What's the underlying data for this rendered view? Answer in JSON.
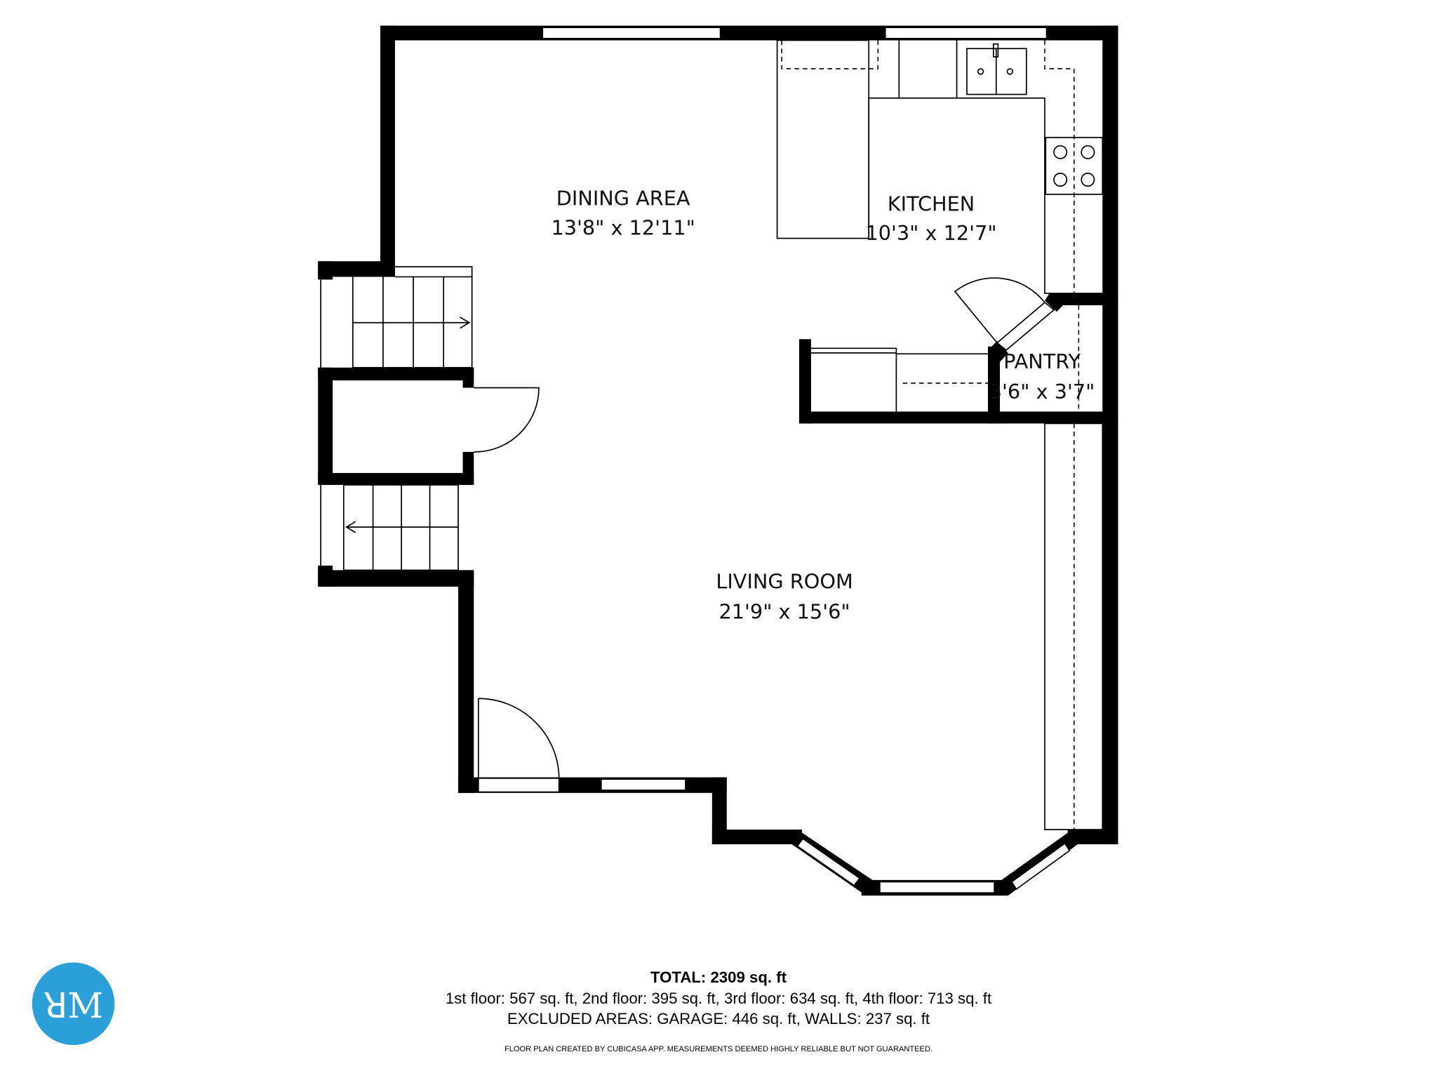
{
  "rooms": [
    {
      "name": "DINING AREA",
      "size": "13'8\" x 12'11\""
    },
    {
      "name": "KITCHEN",
      "size": "10'3\" x 12'7\""
    },
    {
      "name": "PANTRY",
      "size": "3'6\" x 3'7\""
    },
    {
      "name": "LIVING ROOM",
      "size": "21'9\" x 15'6\""
    }
  ],
  "summary": {
    "total": "TOTAL: 2309 sq. ft",
    "floors": "1st floor: 567 sq. ft, 2nd floor: 395 sq. ft, 3rd floor: 634 sq. ft, 4th floor: 713 sq. ft",
    "excluded": "EXCLUDED AREAS: GARAGE: 446 sq. ft, WALLS: 237 sq. ft",
    "disclaimer": "FLOOR PLAN CREATED BY CUBICASA APP. MEASUREMENTS DEEMED HIGHLY RELIABLE BUT NOT GUARANTEED."
  },
  "logo": {
    "text": "RM",
    "color": "#2a9fd8"
  }
}
